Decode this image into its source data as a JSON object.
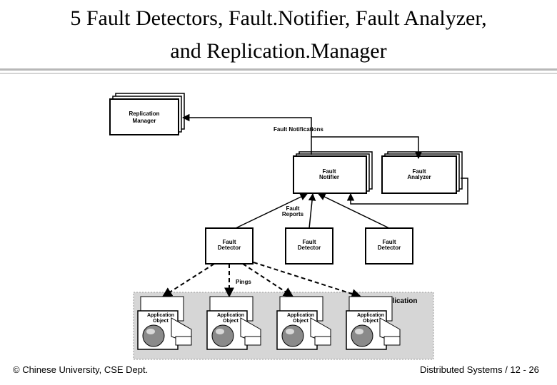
{
  "slide": {
    "title_line1": "5  Fault Detectors, Fault.Notifier, Fault Analyzer,",
    "title_line2": "and Replication.Manager"
  },
  "diagram": {
    "replication_manager": [
      "Replication",
      "Manager"
    ],
    "fault_notifier": [
      "Fault",
      "Notifier"
    ],
    "fault_analyzer": [
      "Fault",
      "Analyzer"
    ],
    "fault_detector": [
      "Fault",
      "Detector"
    ],
    "fault_notifications_label": "Fault Notifications",
    "fault_reports_label": [
      "Fault",
      "Reports"
    ],
    "pings_label": "Pings",
    "application_label": "Application",
    "application_object": [
      "Application",
      "Object"
    ]
  },
  "footer": {
    "left": "© Chinese University, CSE Dept.",
    "right": "Distributed Systems / 12 - 26"
  }
}
